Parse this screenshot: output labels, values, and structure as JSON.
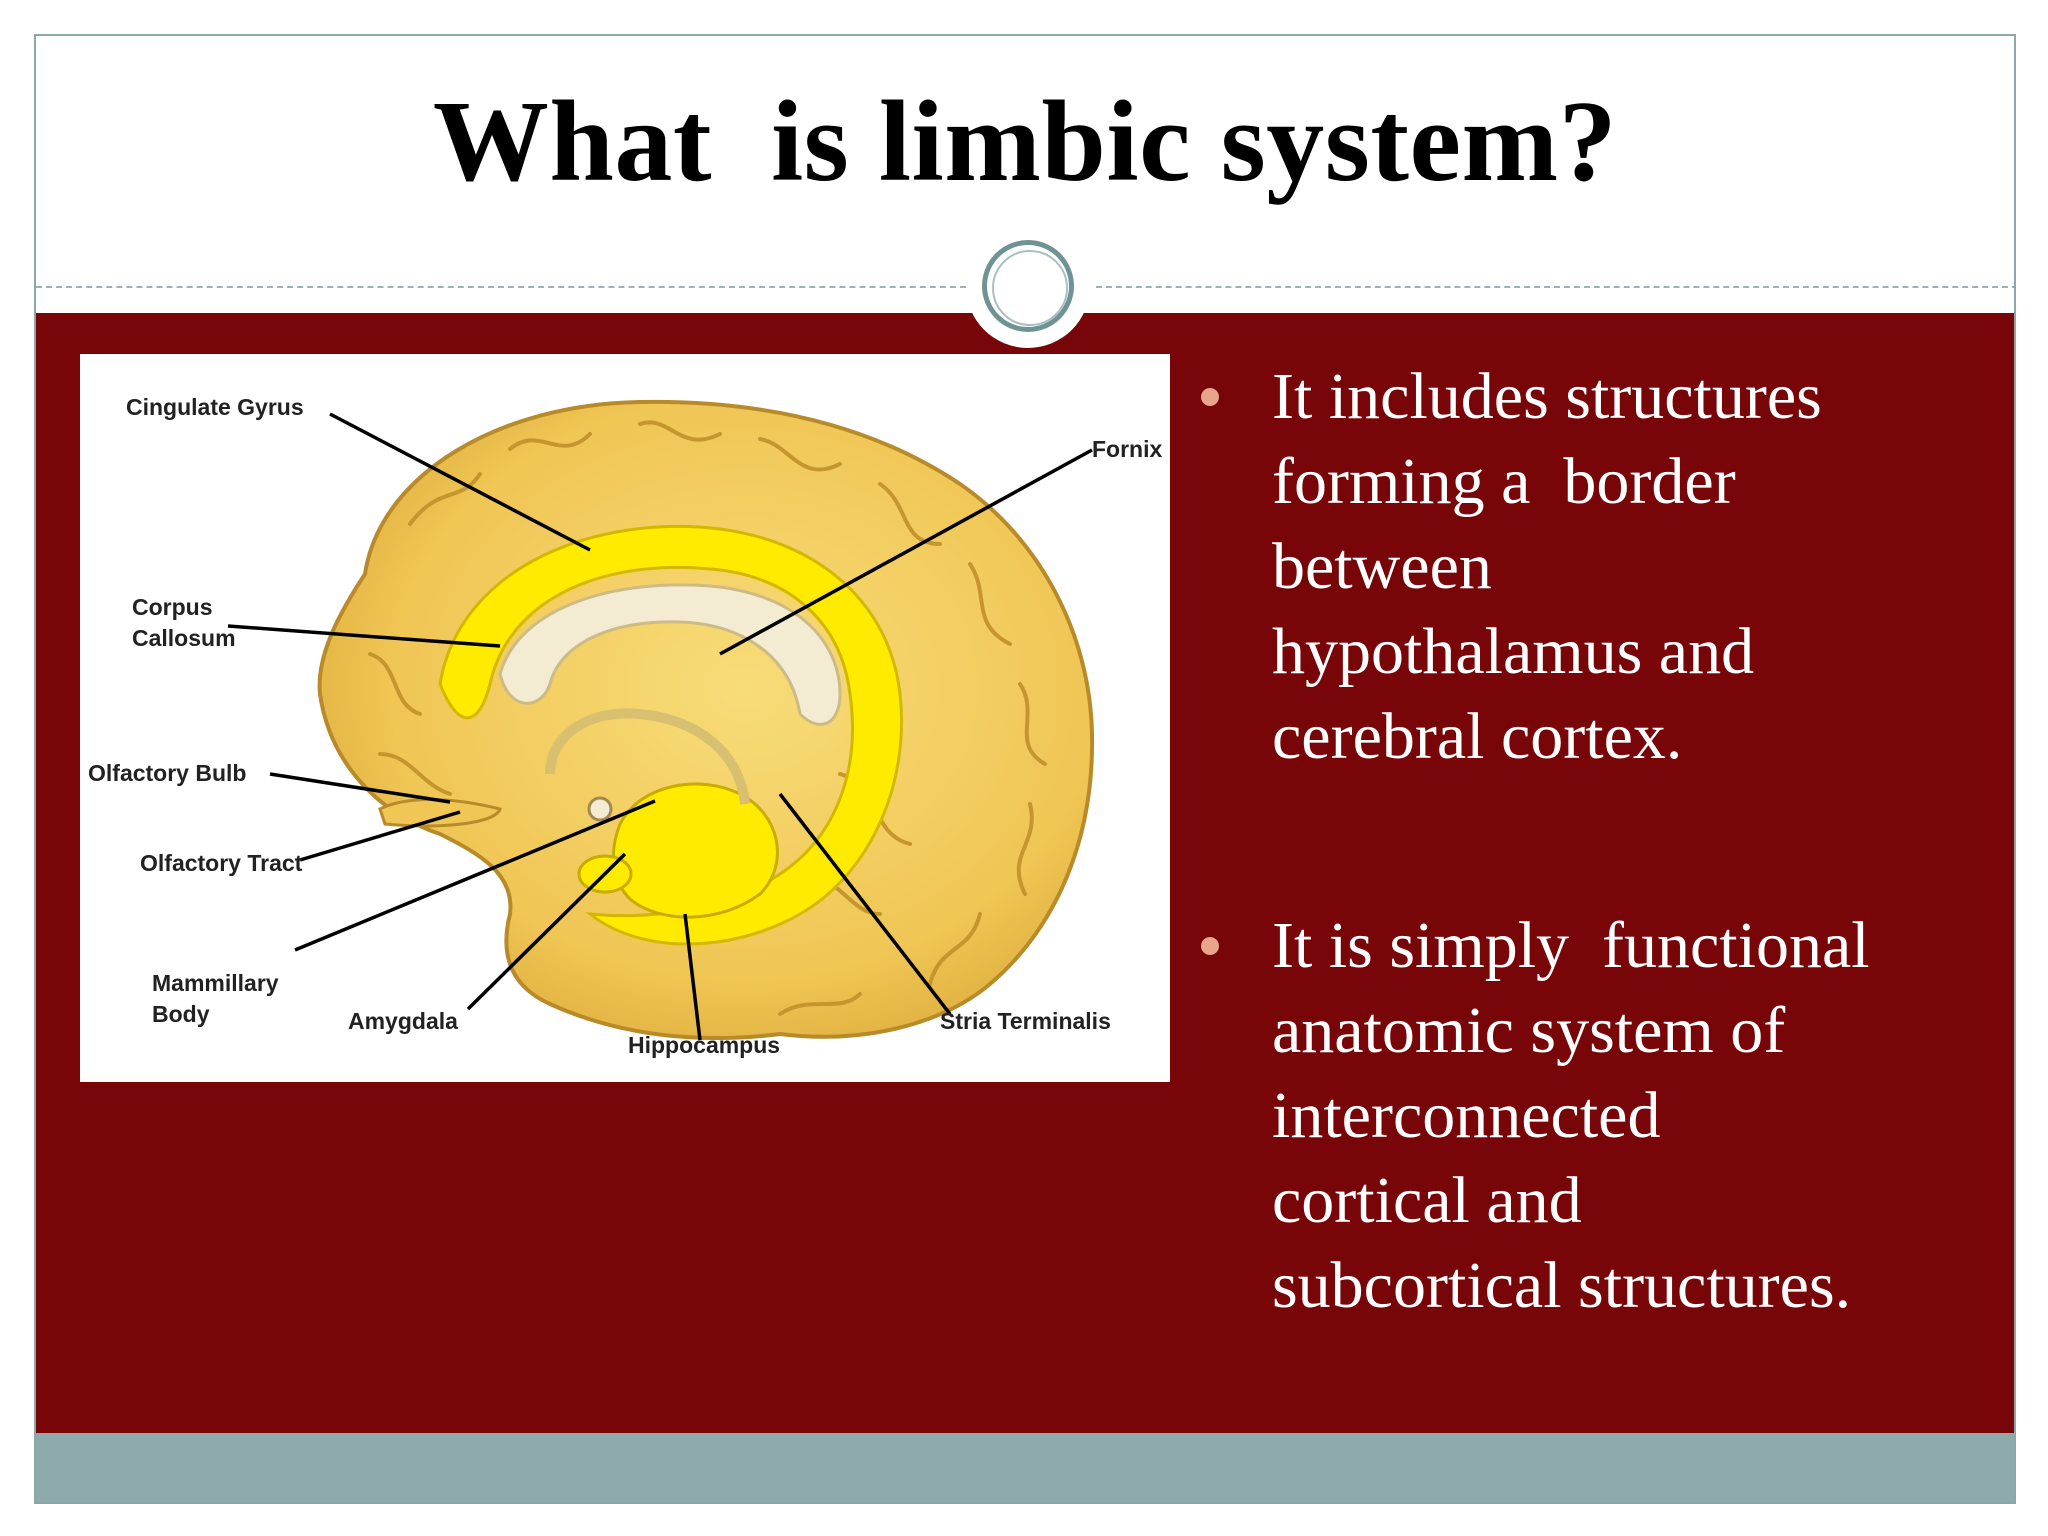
{
  "slide": {
    "title": "What  is limbic system?",
    "colors": {
      "content_background": "#780507",
      "footer_band": "#8eaaab",
      "accent_ring": "#6f9294",
      "bullet_marker": "#e8a58c",
      "brain": "#f2cc58",
      "limbic_highlight": "#ffeb00"
    }
  },
  "diagram": {
    "labels": {
      "cingulate_gyrus": "Cingulate Gyrus",
      "fornix": "Fornix",
      "corpus_callosum": "Corpus\nCallosum",
      "olfactory_bulb": "Olfactory Bulb",
      "olfactory_tract": "Olfactory Tract",
      "mammillary_body": "Mammillary\nBody",
      "amygdala": "Amygdala",
      "hippocampus": "Hippocampus",
      "stria_terminalis": "Stria Terminalis"
    }
  },
  "bullets": [
    {
      "text": "It includes structures\nforming a  border\nbetween\nhypothalamus and\ncerebral cortex."
    },
    {
      "text": "It is simply  functional\nanatomic system of\ninterconnected\ncortical and\nsubcortical structures."
    }
  ]
}
